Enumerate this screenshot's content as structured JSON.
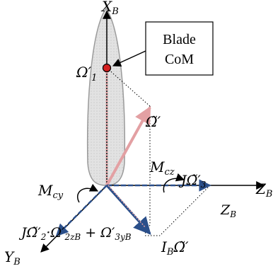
{
  "labels": {
    "xb": "X",
    "xb_sub": "B",
    "omega1": "Ω′",
    "omega1_sub": "1",
    "omega_prime": "Ω̃′",
    "mcy": "M",
    "mcy_sub": "cy",
    "mcz": "M",
    "mcz_sub": "cz",
    "j_omega3": "JΩ̃′",
    "j_omega3_sub": "3",
    "zb_axis": "Z",
    "zb_axis_sub": "B",
    "zb_inner": "Z",
    "zb_inner_sub": "B",
    "yb": "Y",
    "yb_sub": "B",
    "j_omega2": "JΩ̃′",
    "j_omega2_sub": "2",
    "cross_term_a": "Ω′",
    "cross_term_a_sub": "2zB",
    "plus": " + ",
    "cross_term_b": "Ω′",
    "cross_term_b_sub": "3yB",
    "ib": "I",
    "ib_sub": "B",
    "ib_omega": "Ω̃′"
  },
  "callout": {
    "line1": "Blade",
    "line2": "CoM"
  },
  "colors": {
    "axis": "#000000",
    "blade_fill": "#dcdcdc",
    "blade_stroke": "#9a9a9a",
    "omega_arrow": "#e3a0a3",
    "vector_blue": "#2b4f8a",
    "com_dot": "#d42020"
  }
}
